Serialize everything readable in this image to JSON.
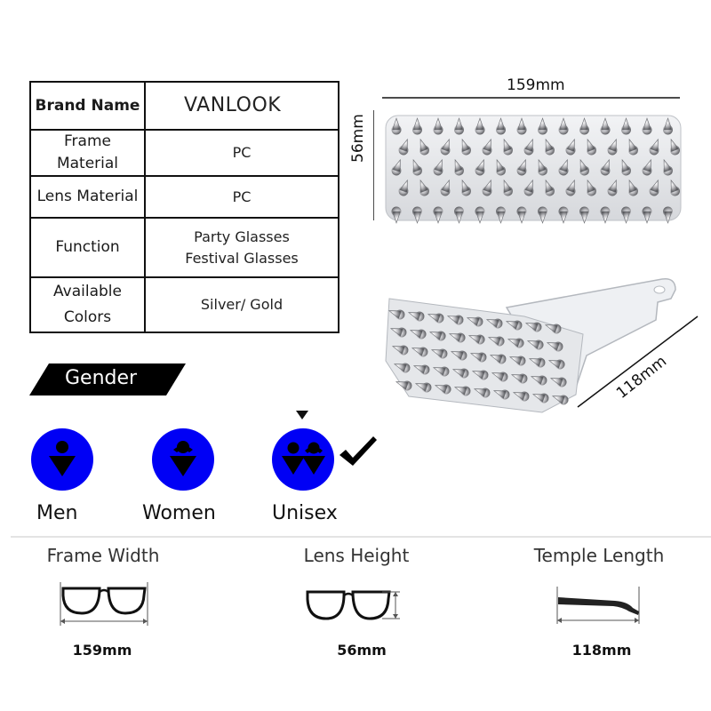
{
  "specs": {
    "brand_name_label": "Brand Name",
    "brand_name_value": "VANLOOK",
    "frame_material_label": [
      "Frame",
      "Material"
    ],
    "frame_material_value": "PC",
    "lens_material_label": "Lens Material",
    "lens_material_value": "PC",
    "function_label": "Function",
    "function_value": [
      "Party Glasses",
      "Festival Glasses"
    ],
    "available_colors_label": [
      "Available",
      "Colors"
    ],
    "available_colors_value": "Silver/ Gold"
  },
  "product": {
    "front_width": "159mm",
    "front_height": "56mm",
    "side_length": "118mm"
  },
  "gender": {
    "title": "Gender",
    "options": [
      "Men",
      "Women",
      "Unisex"
    ],
    "selected": "Unisex",
    "circle_color": "#0000f5"
  },
  "measurements": [
    {
      "title": "Frame Width",
      "value": "159mm",
      "icon": "glasses-front-width-icon"
    },
    {
      "title": "Lens Height",
      "value": "56mm",
      "icon": "glasses-lens-height-icon"
    },
    {
      "title": "Temple Length",
      "value": "118mm",
      "icon": "glasses-temple-icon"
    }
  ]
}
